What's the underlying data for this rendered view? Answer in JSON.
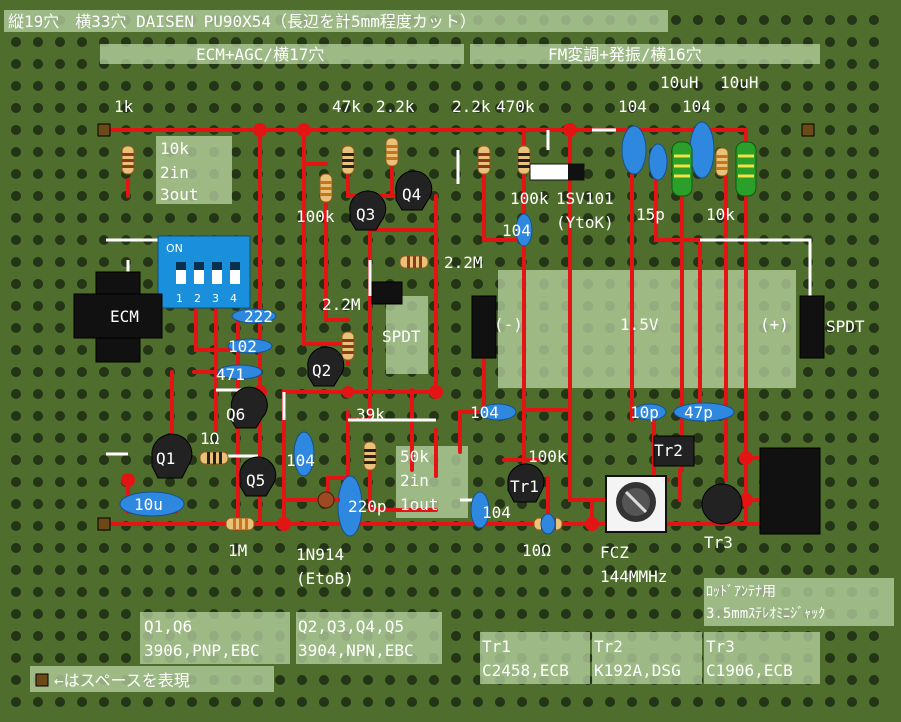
{
  "colors": {
    "board": "#4f6e2e",
    "hole": "#243416",
    "wire": "#e31414",
    "jumper": "#ffffff",
    "label_bg": "#b8d3a2",
    "resistor_body": "#e8c27a",
    "capacitor": "#2f88e0",
    "transistor": "#222222",
    "switch_blue": "#1a8fdb"
  },
  "title": "縦19穴　横33穴 DAISEN PU90X54（長辺を計5mm程度カット）",
  "sections": {
    "ecm": "ECM+AGC/横17穴",
    "fm": "FM変調+発振/横16穴"
  },
  "labels": {
    "r_1k": "1k",
    "vr_10k": "10k",
    "vr_2in": "2in",
    "vr_3out": "3out",
    "r_47k": "47k",
    "r_2k2_a": "2.2k",
    "r_2k2_b": "2.2k",
    "r_470k": "470k",
    "c_104_top": "104",
    "c_104_top2": "104",
    "l_10uh_a": "10uH",
    "l_10uh_b": "10uH",
    "r_100k_q3": "100k",
    "r_100k_vc": "100k",
    "varicap": "1SV101",
    "varicap_dir": "(YtoK)",
    "c_104_vc": "104",
    "c_15p": "15p",
    "r_10k_osc": "10k",
    "r_2m2_right": "2.2M",
    "r_2m2_mid": "2.2M",
    "c_222": "222",
    "c_102": "102",
    "c_471": "471",
    "ecm": "ECM",
    "spdt_left": "SPDT",
    "minus": "(-)",
    "voltage": "1.5V",
    "plus": "(+)",
    "spdt_right": "SPDT",
    "r_1ohm": "1Ω",
    "r_39k": "39k",
    "c_104_left": "104",
    "c_104_mid": "104",
    "vr_50k": "50k",
    "vr2_2in": "2in",
    "vr2_1out": "1out",
    "r_100k_tr1": "100k",
    "c_10p": "10p",
    "c_47p": "47p",
    "c_10u": "10u",
    "c_220p": "220p",
    "c_104_bot": "104",
    "r_10ohm": "10Ω",
    "r_1m": "1M",
    "diode": "1N914",
    "diode_dir": "(EtoB)",
    "fcz": "FCZ",
    "fcz_freq": "144MMHz",
    "jack_1": "ﾛｯﾄﾞｱﾝﾃﾅ用",
    "jack_2": "3.5mmｽﾃﾚｵﾐﾆｼﾞｬｯｸ",
    "q1": "Q1",
    "q2": "Q2",
    "q3": "Q3",
    "q4": "Q4",
    "q5": "Q5",
    "q6": "Q6",
    "tr1": "Tr1",
    "tr2": "Tr2",
    "tr3": "Tr3",
    "dip_on": "ON",
    "dip_1": "1",
    "dip_2": "2",
    "dip_3": "3",
    "dip_4": "4"
  },
  "notes": {
    "q16_title": "Q1,Q6",
    "q16_spec": "3906,PNP,EBC",
    "q2345_title": "Q2,Q3,Q4,Q5",
    "q2345_spec": "3904,NPN,EBC",
    "tr1_title": "Tr1",
    "tr1_spec": "C2458,ECB",
    "tr2_title": "Tr2",
    "tr2_spec": "K192A,DSG",
    "tr3_title": "Tr3",
    "tr3_spec": "C1906,ECB",
    "legend": "←はスペースを表現"
  }
}
